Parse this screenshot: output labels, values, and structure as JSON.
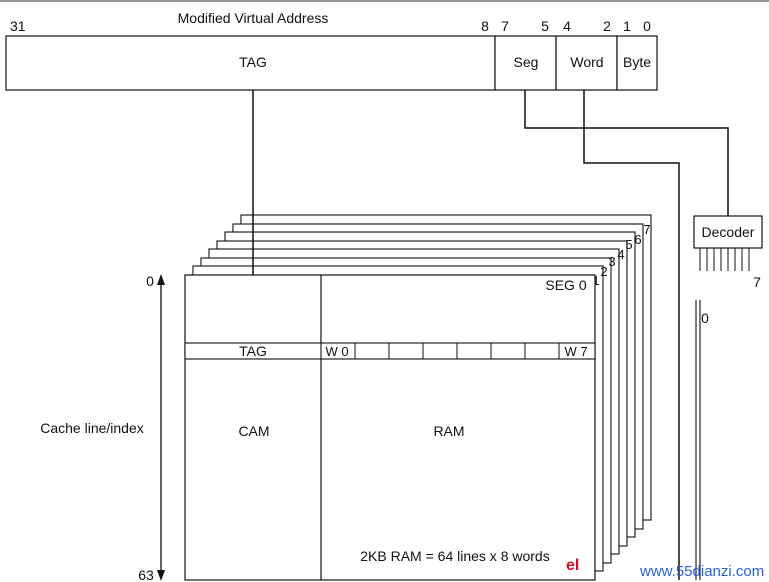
{
  "address": {
    "title": "Modified Virtual Address",
    "bit_31": "31",
    "bit_8": "8",
    "bit_7": "7",
    "bit_5": "5",
    "bit_4": "4",
    "bit_2": "2",
    "bit_1": "1",
    "bit_0": "0",
    "tag_label": "TAG",
    "seg_label": "Seg",
    "word_label": "Word",
    "byte_label": "Byte"
  },
  "decoder": {
    "label": "Decoder",
    "out_first": "0",
    "out_last": "7"
  },
  "segments": {
    "seg0_label": "SEG 0",
    "stack_labels": [
      "1",
      "2",
      "3",
      "4",
      "5",
      "6",
      "7"
    ]
  },
  "cache": {
    "index_top": "0",
    "index_bottom": "63",
    "index_label": "Cache line/index",
    "tag_row_label": "TAG",
    "cam_label": "CAM",
    "ram_label": "RAM",
    "word_first": "W 0",
    "word_last": "W 7",
    "capacity_note": "2KB RAM = 64 lines x 8 words"
  },
  "watermark": {
    "brand": "el",
    "site": "www.55dianzi.com",
    "brand_color": "#d0102a",
    "site_color": "#2a5fd0"
  }
}
